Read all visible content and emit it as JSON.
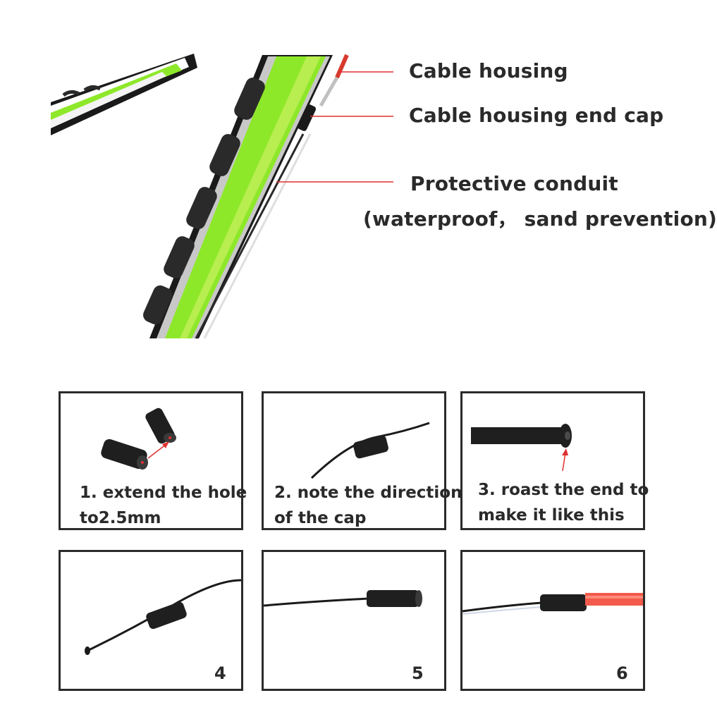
{
  "callouts": {
    "cable_housing": "Cable housing",
    "end_cap": "Cable housing end cap",
    "conduit_line1": "Protective conduit",
    "conduit_line2": "(waterproof， sand prevention)"
  },
  "steps": [
    {
      "line1": "1. extend the hole",
      "line2": "to2.5mm"
    },
    {
      "line1": "2. note the direction",
      "line2": "of the cap"
    },
    {
      "line1": "3. roast the end to",
      "line2": "make it like this"
    },
    {
      "number": "4"
    },
    {
      "number": "5"
    },
    {
      "number": "6"
    }
  ],
  "colors": {
    "frame_green": "#8ee82a",
    "frame_black": "#1a1a1a",
    "leader_red": "#e03030",
    "housing_red": "#f25a4a",
    "panel_border": "#2b2b2b"
  }
}
